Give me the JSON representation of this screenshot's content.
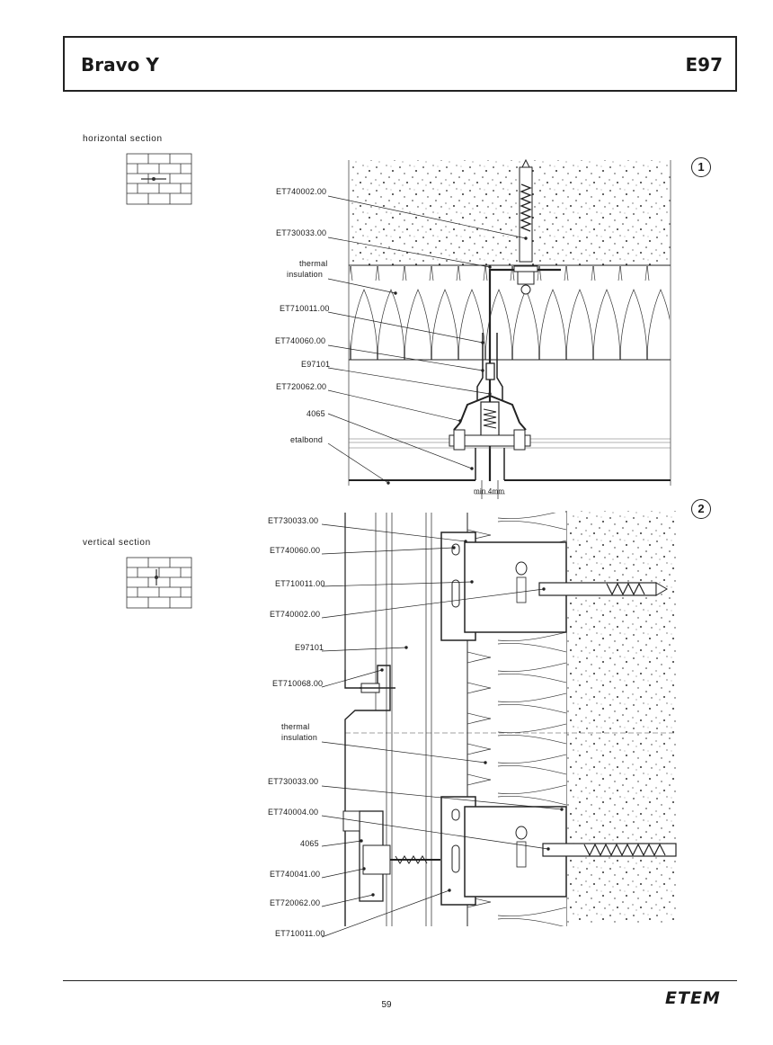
{
  "header": {
    "title": "Bravo Y",
    "code": "E97"
  },
  "sections": {
    "horizontal": "horizontal section",
    "vertical": "vertical section"
  },
  "details": {
    "one": "1",
    "two": "2"
  },
  "labels_top": {
    "l1": "ET740002.00",
    "l2": "ET730033.00",
    "l3a": "thermal",
    "l3b": "insulation",
    "l4": "ET710011.00",
    "l5": "ET740060.00",
    "l6": "E97101",
    "l7": "ET720062.00",
    "l8": "4065",
    "l9": "etalbond",
    "dim": "min 4mm"
  },
  "labels_bottom": {
    "l1": "ET730033.00",
    "l2": "ET740060.00",
    "l3": "ET710011.00",
    "l4": "ET740002.00",
    "l5": "E97101",
    "l6": "ET710068.00",
    "l7a": "thermal",
    "l7b": "insulation",
    "l8": "ET730033.00",
    "l9": "ET740004.00",
    "l10": "4065",
    "l11": "ET740041.00",
    "l12": "ET720062.00",
    "l13": "ET710011.00"
  },
  "footer": {
    "page": "59",
    "logo": "ETEM"
  }
}
